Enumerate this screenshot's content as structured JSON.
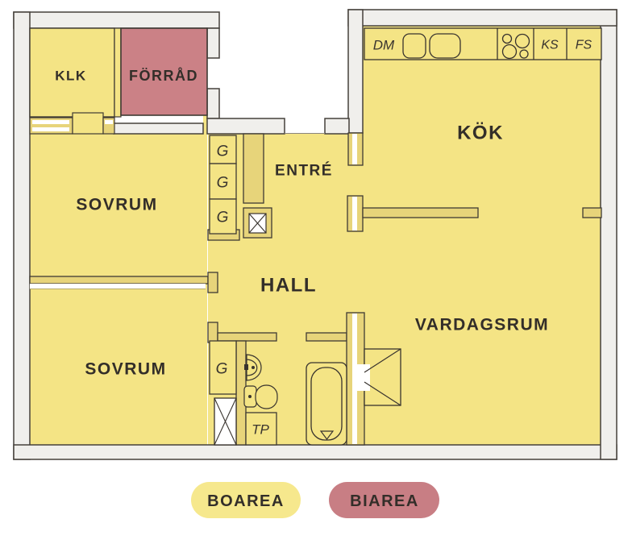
{
  "plan": {
    "rooms": {
      "klk": "KLK",
      "forrad": "FÖRRÅD",
      "sovrum_upper": "SOVRUM",
      "entre": "ENTRÉ",
      "kok": "KÖK",
      "hall": "HALL",
      "sovrum_lower": "SOVRUM",
      "vardagsrum": "VARDAGSRUM"
    },
    "closets": {
      "g1": "G",
      "g2": "G",
      "g3": "G",
      "g_bath": "G"
    },
    "appliances": {
      "dm": "DM",
      "ks": "KS",
      "fs": "FS",
      "tp": "TP"
    },
    "colors": {
      "boarea_fill": "#f4e485",
      "biarea_fill": "#cb8186",
      "interior_wall_fill": "#e7d47a",
      "exterior_wall_fill": "#f0efec",
      "outline": "#423d37",
      "label_text": "#332e29"
    }
  },
  "legend": {
    "boarea": "BOAREA",
    "biarea": "BIAREA"
  }
}
